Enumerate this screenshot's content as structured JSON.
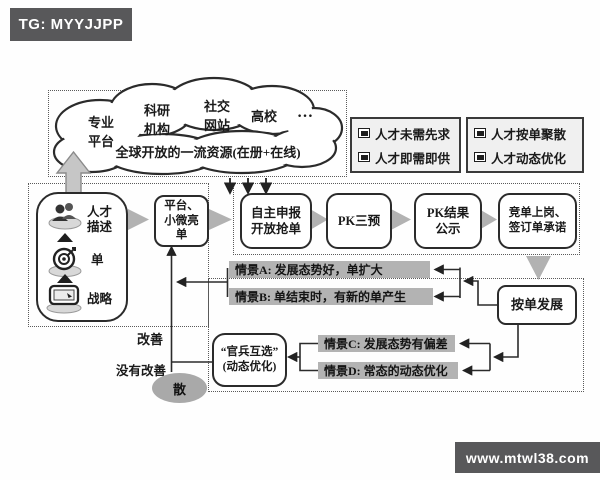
{
  "badges": {
    "tg_label": "TG: MYYJJPP",
    "site_label": "www.mtwl38.com"
  },
  "cloud": {
    "nodes": [
      "专业\n平台",
      "科研\n机构",
      "社交\n网站",
      "高校"
    ],
    "ellipsis": "…",
    "caption": "全球开放的一流资源(在册+在线)"
  },
  "legends": [
    {
      "items": [
        "人才未需先求",
        "人才即需即供"
      ]
    },
    {
      "items": [
        "人才按单聚散",
        "人才动态优化"
      ]
    }
  ],
  "panel": {
    "items": [
      {
        "icon": "person-group",
        "label": "人才\n描述"
      },
      {
        "icon": "target",
        "label": "单"
      },
      {
        "icon": "screen",
        "label": "战略"
      }
    ]
  },
  "boxes": {
    "platform": "平台、\n小微亮\n单",
    "chain": [
      "自主申报\n开放抢单",
      "PK三预",
      "PK结果\n公示",
      "竞单上岗、\n签订单承诺"
    ],
    "by_order": "按单发展",
    "mutual": "“官兵互选”\n(动态优化)"
  },
  "scenarios": {
    "a": "情景A: 发展态势好，单扩大",
    "b": "情景B: 单结束时，有新的单产生",
    "c": "情景C: 发展态势有偏差",
    "d": "情景D: 常态的动态优化"
  },
  "labels": {
    "improve": "改善",
    "no_improve": "没有改善",
    "disband": "散"
  },
  "colors": {
    "bar_fill": "#b3b3b3",
    "badge_bg": "#58585a",
    "arrow_gray": "#b2b2b2",
    "line": "#2b2b2b"
  }
}
